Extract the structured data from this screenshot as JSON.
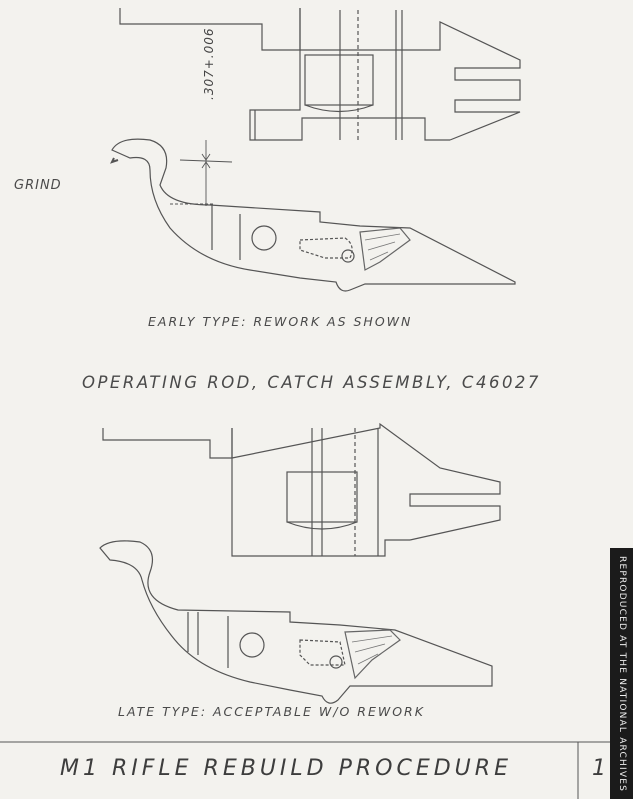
{
  "labels": {
    "grind": "GRIND",
    "dimension": ".307+.006",
    "early_caption": "EARLY TYPE: REWORK AS SHOWN",
    "title": "OPERATING ROD, CATCH ASSEMBLY, C46027",
    "late_caption": "LATE TYPE: ACCEPTABLE W/O REWORK",
    "footer": "M1 RIFLE REBUILD PROCEDURE",
    "page_number": "1",
    "archive_stamp": "REPRODUCED AT THE NATIONAL ARCHIVES"
  },
  "colors": {
    "ink": "#4a4a4a",
    "paper": "#f3f2ee",
    "stamp": "#1b1b1b"
  }
}
